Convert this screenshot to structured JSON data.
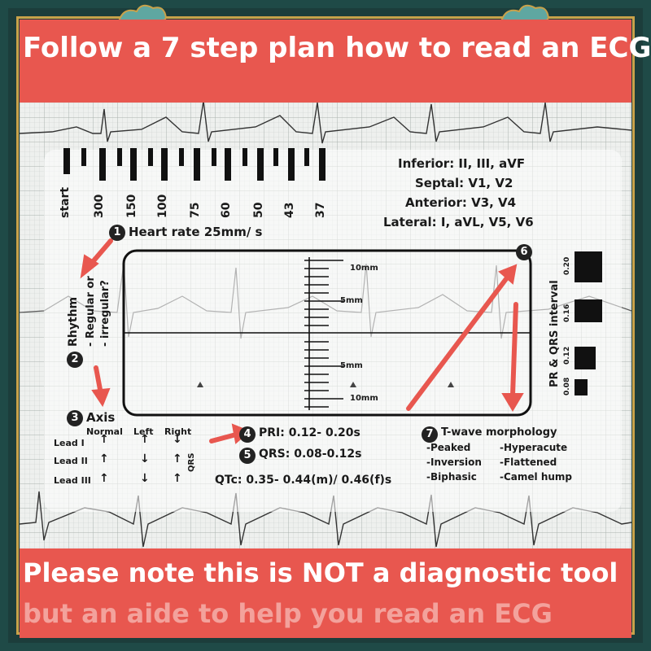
{
  "banner_top": "Follow a 7 step plan how to read an ECG",
  "banner_bottom_line1": "Please note this is NOT a diagnostic tool",
  "banner_bottom_line2": "but an aide to help you read an ECG",
  "rate_scale": [
    "start",
    "300",
    "150",
    "100",
    "75",
    "60",
    "50",
    "43",
    "37"
  ],
  "leads": {
    "inferior": "Inferior: II, III, aVF",
    "septal": "Septal: V1, V2",
    "anterior": "Anterior: V3, V4",
    "lateral": "Lateral: I, aVL, V5, V6"
  },
  "steps": {
    "s1": {
      "num": "1",
      "label": "Heart rate 25mm/ s"
    },
    "s2": {
      "num": "2",
      "label": "Rhythm",
      "sub1": "- Regular or",
      "sub2": "- irregular?"
    },
    "s3": {
      "num": "3",
      "label": "Axis"
    },
    "s4": {
      "num": "4",
      "label": "PRI: 0.12- 0.20s"
    },
    "s5": {
      "num": "5",
      "label": "QRS: 0.08-0.12s"
    },
    "s6": {
      "num": "6"
    },
    "s7": {
      "num": "7",
      "label": "T-wave morphology"
    }
  },
  "qtc": "QTc: 0.35- 0.44(m)/ 0.46(f)s",
  "axis_table": {
    "headers": [
      "Normal",
      "Left",
      "Right"
    ],
    "rows": [
      "Lead I",
      "Lead II",
      "Lead III"
    ],
    "qrs_label": "QRS"
  },
  "mm_labels": {
    "top": "10mm",
    "upper": "5mm",
    "lower": "5mm",
    "bottom": "10mm"
  },
  "interval_scale": {
    "title": "PR & QRS interval",
    "ticks": [
      "0.20",
      "0.16",
      "0.12",
      "0.08"
    ]
  },
  "twave": {
    "c1": [
      "-Peaked",
      "-Inversion",
      "-Biphasic"
    ],
    "c2": [
      "-Hyperacute",
      "-Flattened",
      "-Camel hump"
    ]
  },
  "colors": {
    "banner": "#e8574f",
    "arrow": "#e8574f",
    "frame": "#1f4a47",
    "gold": "#c9a24a"
  }
}
